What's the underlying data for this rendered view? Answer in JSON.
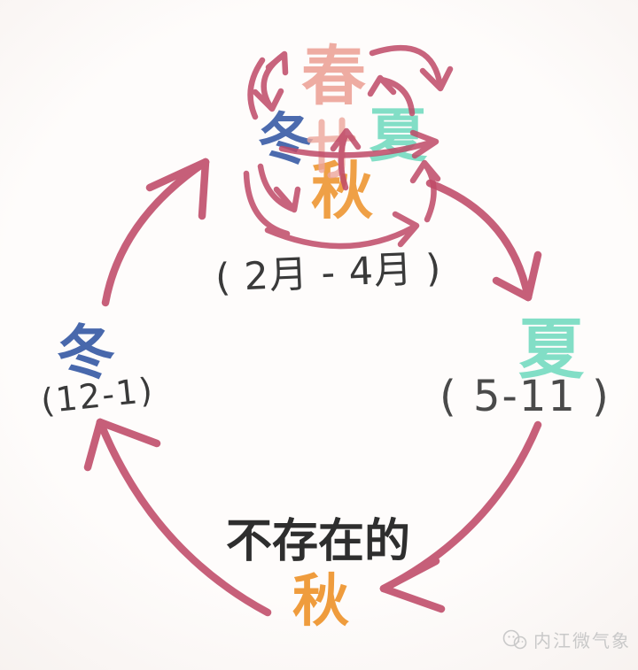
{
  "colors": {
    "arrow": "#bf4a68",
    "spring": "#eda69b",
    "winter": "#3d5fa8",
    "summer": "#82dec6",
    "autumn": "#ef9c3d",
    "ink": "#2e2e2e",
    "handwriting": "#3a3a3a",
    "watermark": "#c9c9c9",
    "background": "#fbf8f6"
  },
  "cluster": {
    "spring_label": "春",
    "winter_label": "冬",
    "summer_label": "夏",
    "autumn_label": "秋",
    "period_label": "( 2月 - 4月 )"
  },
  "summer_node": {
    "label": "夏",
    "period_label": "( 5-11 )"
  },
  "winter_node": {
    "label": "冬",
    "period_label": "(12-1)"
  },
  "autumn_node": {
    "caption_label": "不存在的",
    "label": "秋"
  },
  "watermark": {
    "account_name": "内江微气象",
    "icon": "wechat-logo-icon"
  }
}
